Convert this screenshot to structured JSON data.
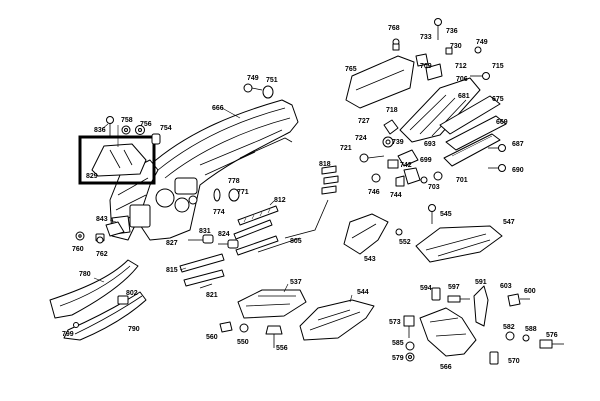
{
  "labels": {
    "p836": "836",
    "p758": "758",
    "p756": "756",
    "p754": "754",
    "p666": "666",
    "p749a": "749",
    "p751": "751",
    "p829": "829",
    "p843": "843",
    "p760": "760",
    "p762": "762",
    "p778": "778",
    "p771": "771",
    "p774": "774",
    "p812": "812",
    "p818": "818",
    "p805": "805",
    "p827": "827",
    "p831": "831",
    "p824": "824",
    "p815": "815",
    "p821": "821",
    "p780": "780",
    "p802": "802",
    "p790": "790",
    "p799": "799",
    "p537": "537",
    "p544": "544",
    "p560": "560",
    "p550": "550",
    "p556": "556",
    "p768": "768",
    "p736": "736",
    "p733": "733",
    "p730": "730",
    "p749b": "749",
    "p765": "765",
    "p709": "709",
    "p712": "712",
    "p715": "715",
    "p706": "706",
    "p727": "727",
    "p718": "718",
    "p681": "681",
    "p675": "675",
    "p724": "724",
    "p739": "739",
    "p721": "721",
    "p693": "693",
    "p742": "742",
    "p699": "699",
    "p669": "669",
    "p687": "687",
    "p690": "690",
    "p746": "746",
    "p744": "744",
    "p703": "703",
    "p701": "701",
    "p545": "545",
    "p547": "547",
    "p552": "552",
    "p543": "543",
    "p594": "594",
    "p597": "597",
    "p591": "591",
    "p603": "603",
    "p600": "600",
    "p573": "573",
    "p582": "582",
    "p588": "588",
    "p576": "576",
    "p585": "585",
    "p579": "579",
    "p566": "566",
    "p570": "570"
  }
}
